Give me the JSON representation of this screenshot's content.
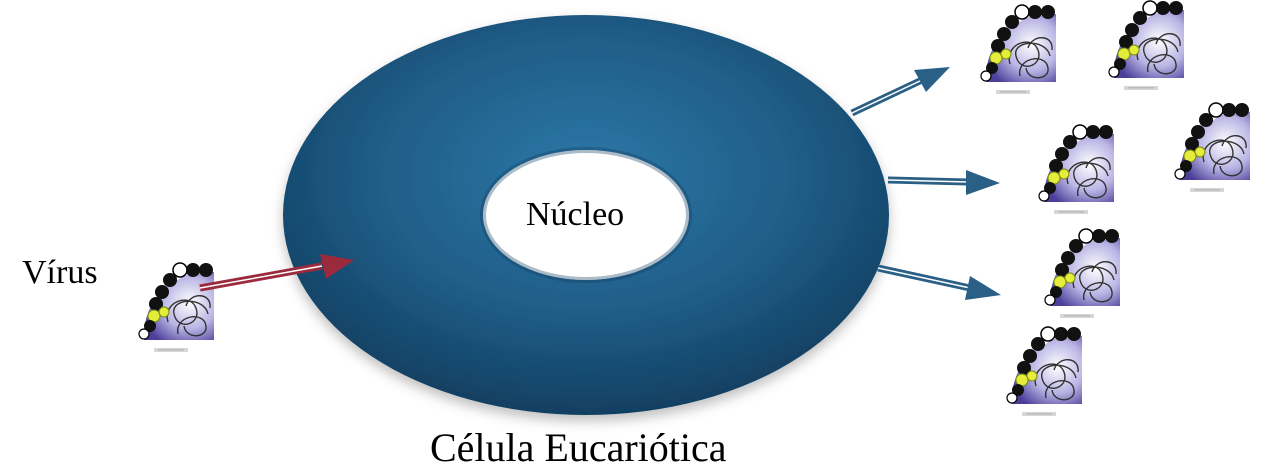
{
  "labels": {
    "virus": "Vírus",
    "nucleus": "Núcleo",
    "cell": "Célula Eucariótica"
  },
  "colors": {
    "cell": "#1f5c86",
    "cell_edge": "#0f3d5e",
    "infection_arrow": "#9b2a3c",
    "release_arrow": "#2a5f86",
    "virus_ring": "#1a1a1a",
    "virus_envelope": "#6a5fb0",
    "virus_core": "#e4ec3c"
  },
  "icons": {
    "virus": "virus-particle-icon",
    "cell": "eukaryotic-cell-shape",
    "nucleus": "nucleus-hole-shape"
  }
}
